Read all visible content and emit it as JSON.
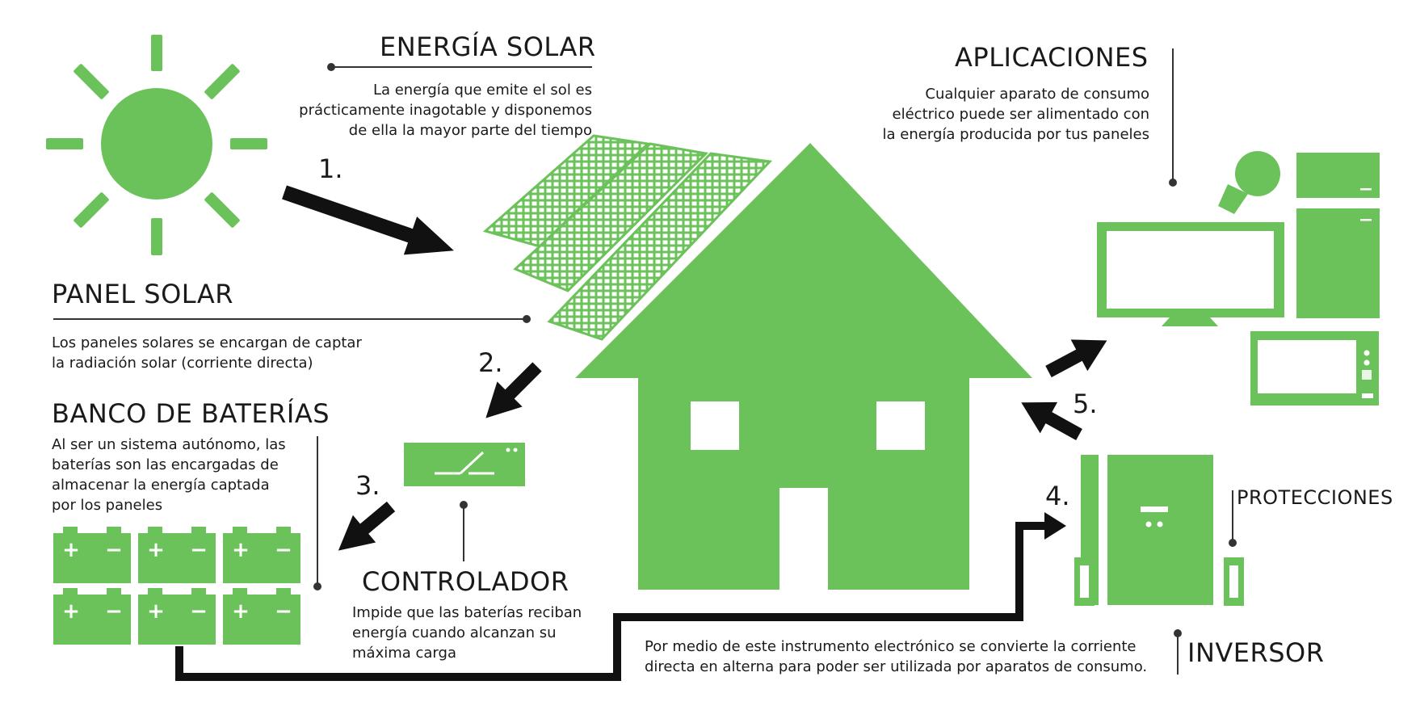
{
  "colors": {
    "accent": "#6cc25a",
    "ink": "#1a1a1a",
    "background": "#ffffff"
  },
  "sections": {
    "energia_solar": {
      "title": "ENERGÍA SOLAR",
      "desc": [
        "La energía que emite el sol es",
        "prácticamente inagotable y disponemos",
        "de ella la mayor parte del tiempo"
      ]
    },
    "panel_solar": {
      "title": "PANEL SOLAR",
      "desc": [
        "Los paneles solares se encargan de captar",
        "la radiación solar (corriente directa)"
      ]
    },
    "banco_baterias": {
      "title": "BANCO DE BATERÍAS",
      "desc": [
        "Al ser un sistema autónomo, las",
        "baterías son las encargadas de",
        "almacenar la energía captada",
        "por los paneles"
      ]
    },
    "controlador": {
      "title": "CONTROLADOR",
      "desc": [
        "Impide que las baterías reciban",
        "energía cuando alcanzan su",
        "máxima carga"
      ]
    },
    "aplicaciones": {
      "title": "APLICACIONES",
      "desc": [
        "Cualquier aparato de consumo",
        "eléctrico puede ser alimentado con",
        "la energía producida por tus paneles"
      ]
    },
    "protecciones": {
      "title": "PROTECCIONES"
    },
    "inversor": {
      "title": "INVERSOR",
      "desc": [
        "Por medio de este instrumento electrónico se convierte la corriente",
        "directa en alterna para poder ser utilizada por aparatos de consumo."
      ]
    }
  },
  "steps": [
    "1.",
    "2.",
    "3.",
    "4.",
    "5."
  ],
  "battery_symbols": {
    "plus": "+",
    "minus": "−"
  }
}
